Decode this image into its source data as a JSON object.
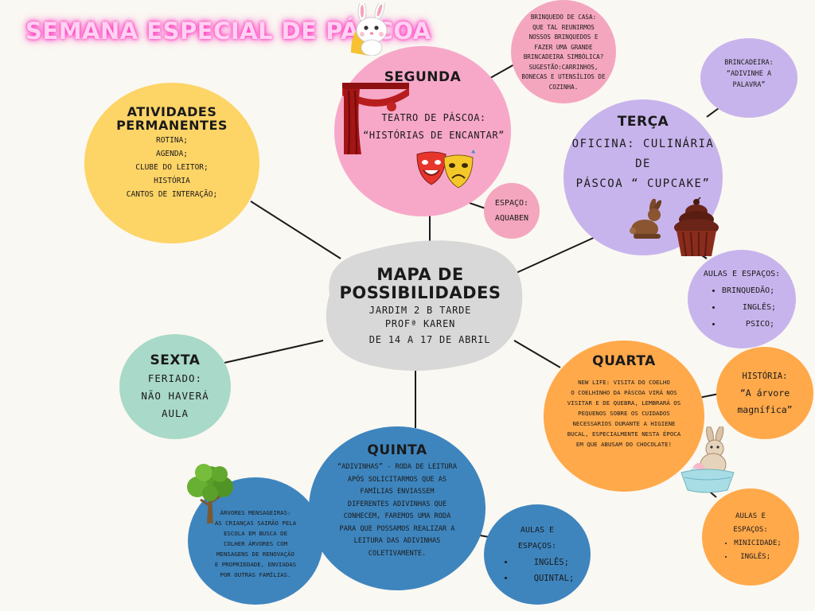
{
  "title": "SEMANA ESPECIAL DE PÁSCOA",
  "center": {
    "title_line1": "MAPA DE",
    "title_line2": "POSSIBILIDADES",
    "class_name": "JARDIM 2 B TARDE",
    "teacher": "PROFª KAREN",
    "dates": "DE 14 A 17 DE ABRIL"
  },
  "permanentes": {
    "title_line1": "ATIVIDADES",
    "title_line2": "PERMANENTES",
    "items": [
      "ROTINA;",
      "AGENDA;",
      "CLUBE DO LEITOR;",
      "HISTÓRIA",
      "CANTOS DE INTERAÇÃO;"
    ]
  },
  "segunda": {
    "title": "SEGUNDA",
    "line1": "TEATRO DE PÁSCOA:",
    "line2": "“HISTÓRIAS DE ENCANTAR”"
  },
  "brinquedo": {
    "lines": [
      "BRINQUEDO DE CASA:",
      "QUE TAL REUNIRMOS",
      "NOSSOS BRINQUEDOS E",
      "FAZER UMA GRANDE",
      "BRINCADEIRA SIMBÓLICA?",
      "SUGESTÃO:CARRINHOS,",
      "BONECAS E UTENSÍLIOS DE",
      "COZINHA."
    ]
  },
  "espaco": {
    "line1": "ESPAÇO:",
    "line2": "AQUABEN"
  },
  "brincadeira": {
    "lines": [
      "BRINCADEIRA:",
      "“ADIVINHE A",
      "PALAVRA”"
    ]
  },
  "terca": {
    "title": "TERÇA",
    "lines": [
      "OFICINA: CULINÁRIA",
      "DE",
      "PÁSCOA “ CUPCAKE”"
    ]
  },
  "aulas_terca": {
    "title": "AULAS E ESPAÇOS:",
    "items": [
      "BRINQUEDÃO;",
      "INGLÊS;",
      "PSICO;"
    ]
  },
  "quarta": {
    "title": "QUARTA",
    "lines": [
      "NEW LIFE: VISITA DO COELHO",
      "O COELHINHO DA PÁSCOA VIRÁ NOS",
      "VISITAR E DE QUEBRA, LEMBRARÁ OS",
      "PEQUENOS SOBRE OS CUIDADOS",
      "NECESSARIOS DURANTE A HIGIENE",
      "BUCAL, ESPECIALMENTE NESTA ÉPOCA",
      "EM QUE ABUSAM DO CHOCOLATE!"
    ]
  },
  "historia": {
    "title": "HISTÓRIA:",
    "line1": "“A árvore",
    "line2": "magnífica”"
  },
  "aulas_quarta": {
    "title_line1": "AULAS E",
    "title_line2": "ESPAÇOS:",
    "items": [
      "MINICIDADE;",
      "INGLÊS;"
    ]
  },
  "sexta": {
    "title": "SEXTA",
    "lines": [
      "FERIADO:",
      "NÃO HAVERÁ",
      "AULA"
    ]
  },
  "quinta": {
    "title": "QUINTA",
    "lines": [
      "“ADIVINHAS” - RODA DE LEITURA",
      "APÓS SOLICITARMOS QUE AS",
      "FAMÍLIAS ENVIASSEM",
      "DIFERENTES ADIVINHAS QUE",
      "CONHECEM, FAREMOS UMA RODA",
      "PARA QUE POSSAMOS REALIZAR A",
      "LEITURA DAS ADIVINHAS",
      "COLETIVAMENTE."
    ]
  },
  "arvores": {
    "lines": [
      "ÁRVORES MENSAGEIRAS:",
      "AS CRIANÇAS SAIRÃO PELA",
      "ESCOLA EM BUSCA DE",
      "COLHER ÁRVORES COM",
      "MENSAGENS DE RENOVAÇÃO",
      "E PROPRIEDADE, ENVIADAS",
      "POR OUTRAS FAMÍLIAS."
    ]
  },
  "aulas_quinta": {
    "title_line1": "AULAS E",
    "title_line2": "ESPAÇOS:",
    "items": [
      "INGLÊS;",
      "QUINTAL;"
    ]
  },
  "colors": {
    "yellow": "#fdd466",
    "pink": "#f7a8c8",
    "pink_small": "#f4a6bf",
    "purple": "#c8b4ec",
    "orange": "#ffa94b",
    "mint": "#a9d9c8",
    "blue": "#3e85be",
    "center": "#d8d8d8"
  },
  "icons": [
    "bunny-peek-icon",
    "theater-curtain-icon",
    "theater-masks-icon",
    "chocolate-bunny-icon",
    "cupcake-icon",
    "easter-bunny-basket-icon",
    "tree-icon"
  ]
}
